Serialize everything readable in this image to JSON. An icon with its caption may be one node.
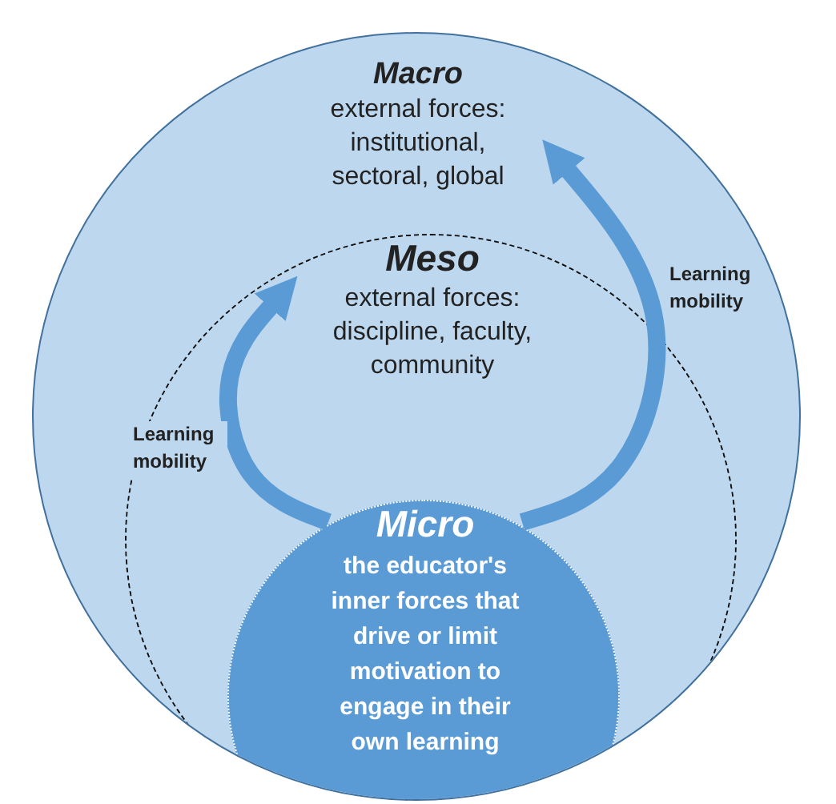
{
  "diagram": {
    "nodes": [
      {
        "text": [
          "Macro",
          "external forces: institutional, sectoral, global"
        ]
      },
      {
        "text": [
          "Meso",
          "external forces: discipline, faculty, community"
        ],
        "in": 0
      },
      {
        "text": [
          "Micro",
          "the educator's inner forces that drive or limit motivation to engage in their own learning"
        ],
        "in": 1
      }
    ],
    "edges": [
      {
        "from": 2,
        "to": 1,
        "arrow": "to",
        "label": "Learning mobility"
      },
      {
        "from": 2,
        "to": 0,
        "arrow": "to",
        "label": "Learning mobility"
      }
    ]
  }
}
